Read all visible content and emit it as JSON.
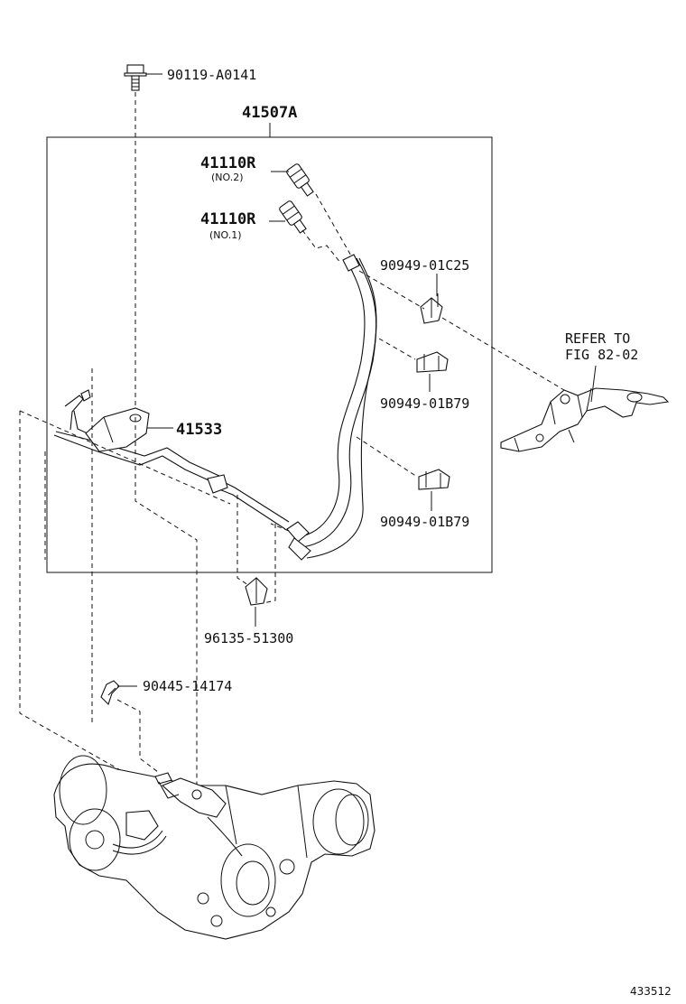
{
  "labels": {
    "bolt": "90119-A0141",
    "assembly": "41507A",
    "hose_no2": "41110R",
    "hose_no2_sub": "(NO.2)",
    "hose_no1": "41110R",
    "hose_no1_sub": "(NO.1)",
    "clamp_c25": "90949-01C25",
    "clamp_b79_upper": "90949-01B79",
    "clamp_b79_lower": "90949-01B79",
    "bracket": "41533",
    "clip": "96135-51300",
    "union": "90445-14174",
    "refer_line1": "REFER TO",
    "refer_line2": "FIG 82-02"
  },
  "figure_code": "433512"
}
